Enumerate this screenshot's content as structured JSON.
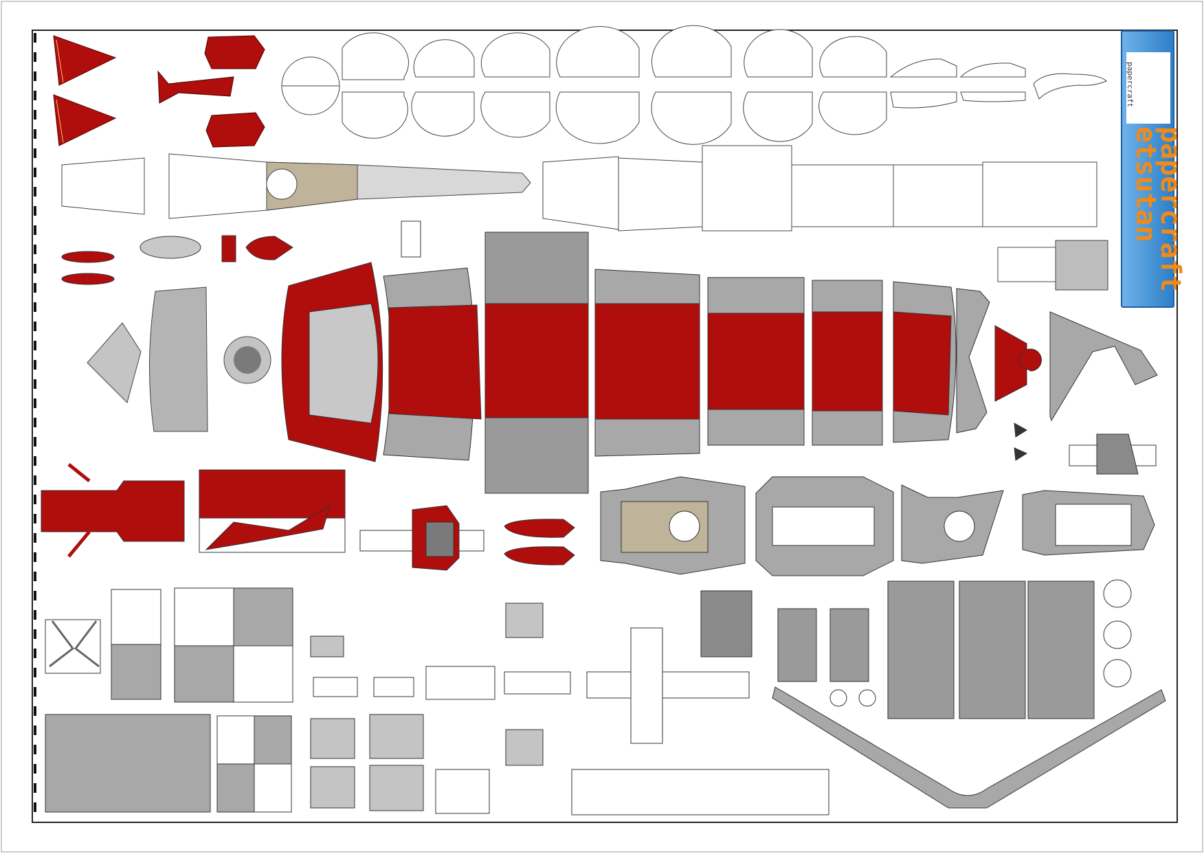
{
  "sheet": {
    "brand_small": "papercraft",
    "brand_line1": "papercraft",
    "brand_line2": "etsutan",
    "logo_icon_text": "etsutan"
  },
  "colors": {
    "red": "#b00d0d",
    "dark_red": "#7d0000",
    "gray": "#9a9a9a",
    "light_gray": "#c4c4c4",
    "deck": "#bfb39a",
    "logo_blue": "#3a8fd8",
    "logo_orange": "#f08a1a"
  }
}
